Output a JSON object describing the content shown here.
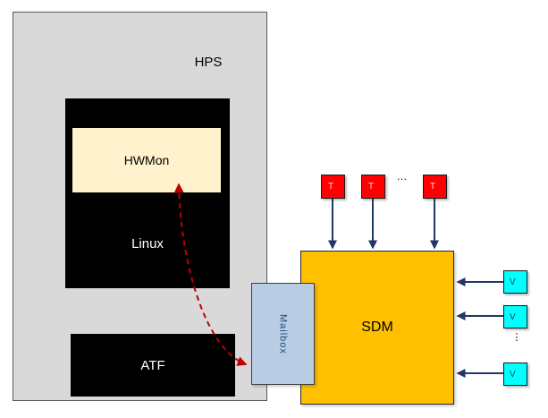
{
  "hps": {
    "label": "HPS"
  },
  "linux": {
    "label": "Linux"
  },
  "hwmon": {
    "label": "HWMon"
  },
  "atf": {
    "label": "ATF"
  },
  "mailbox": {
    "label": "Mailbox"
  },
  "sdm": {
    "label": "SDM"
  },
  "temperature_sensors": {
    "items": [
      {
        "label": "T"
      },
      {
        "label": "T"
      },
      {
        "label": "T"
      }
    ],
    "ellipsis": "…"
  },
  "voltage_sensors": {
    "items": [
      {
        "label": "V"
      },
      {
        "label": "V"
      },
      {
        "label": "V"
      }
    ],
    "ellipsis": "⋮"
  },
  "colors": {
    "hps_fill": "#d9d9d9",
    "linux_fill": "#000000",
    "hwmon_fill": "#fff2cc",
    "atf_fill": "#000000",
    "mailbox_fill": "#b8cce4",
    "mailbox_text": "#1f4e79",
    "sdm_fill": "#ffc000",
    "temp_sensor_fill": "#ff0000",
    "volt_sensor_fill": "#00ffff",
    "solid_arrow": "#1f3864",
    "dashed_arrow": "#c00000"
  }
}
